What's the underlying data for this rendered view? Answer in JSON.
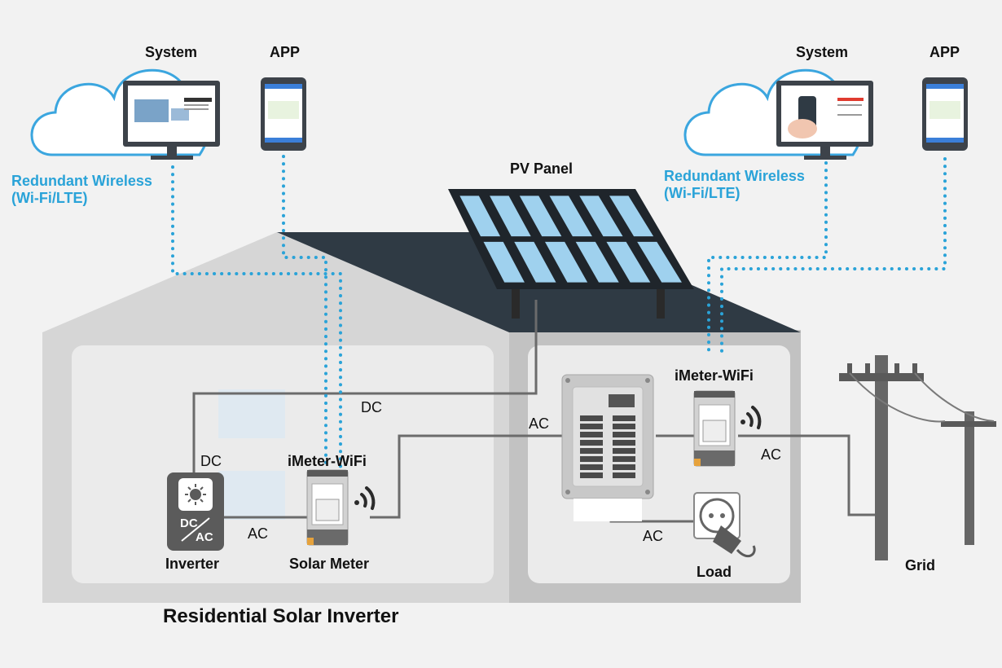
{
  "labels": {
    "system_left": "System",
    "app_left": "APP",
    "wireless_left_1": "Redundant Wireless",
    "wireless_left_2": "(Wi-Fi/LTE)",
    "system_right": "System",
    "app_right": "APP",
    "wireless_right_1": "Redundant Wireless",
    "wireless_right_2": "(Wi-Fi/LTE)",
    "pv_panel": "PV Panel",
    "dc_top": "DC",
    "dc_left": "DC",
    "ac_inverter": "AC",
    "ac_meter_panel": "AC",
    "ac_panel_load": "AC",
    "ac_grid": "AC",
    "imeter_left": "iMeter-WiFi",
    "imeter_right": "iMeter-WiFi",
    "inverter": "Inverter",
    "inverter_dc": "DC",
    "inverter_ac": "AC",
    "solar_meter": "Solar Meter",
    "load": "Load",
    "grid": "Grid",
    "caption": "Residential Solar Inverter"
  },
  "colors": {
    "wireless_link": "#2aa3d8",
    "wire": "#6b6b6b",
    "roof": "#2f3a44",
    "panel_cell": "#9fd1ee"
  },
  "icons": [
    "cloud-icon",
    "monitor-icon",
    "tablet-icon",
    "wifi-signal-icon",
    "sun-icon",
    "plug-icon"
  ]
}
